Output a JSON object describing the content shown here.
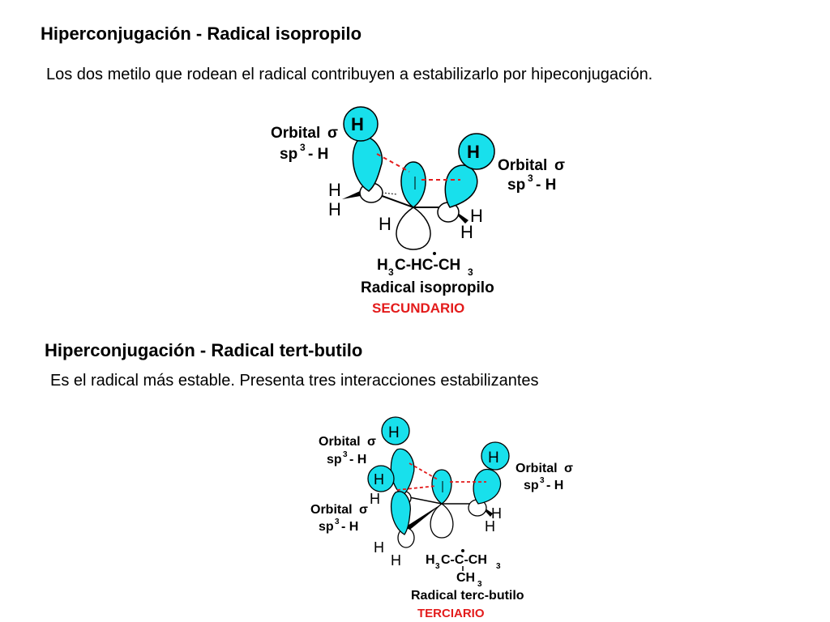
{
  "section1": {
    "title": "Hiperconjugación - Radical isopropilo",
    "text": "Los dos metilo que rodean el radical contribuyen a estabilizarlo por hipeconjugación."
  },
  "diagram1": {
    "left_label_1": "Orbital",
    "left_label_2": "sp",
    "left_label_3": "- H",
    "right_label_1": "Orbital",
    "right_label_2": "sp",
    "right_label_3": "- H",
    "sigma": "σ",
    "sup3": "3",
    "h": "H",
    "formula_a": "H",
    "formula_b": "C-HC-CH",
    "name": "Radical isopropilo",
    "class_label": "SECUNDARIO"
  },
  "section2": {
    "title": "Hiperconjugación - Radical tert-butilo",
    "text": "Es el radical más estable. Presenta tres interacciones estabilizantes"
  },
  "diagram2": {
    "label_1": "Orbital",
    "label_2": "sp",
    "label_3": "- H",
    "sigma": "σ",
    "sup3": "3",
    "h": "H",
    "formula_top": "H",
    "formula_mid": "C-C-CH",
    "formula_bottom": "CH",
    "name": "Radical terc-butilo",
    "class_label": "TERCIARIO"
  },
  "colors": {
    "orbital": "#18e0ec",
    "red_dash": "#e31b1b",
    "class_red": "#e31b1b"
  }
}
